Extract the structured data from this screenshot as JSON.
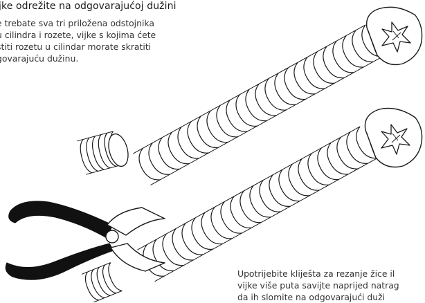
{
  "heading": "ijke odrežite na odgovarajućoj dužini",
  "intro_lines": [
    "e trebate sva tri priložena odstojnika",
    "u cilindra i rozete, vijke s kojima ćete",
    "stiti rozetu u cilindar morate skratiti",
    "govarajuću dužinu."
  ],
  "note_lines": [
    "Upotrijebite kliješta za rezanje žice il",
    "vijke više puta savijte naprijed natrag",
    "da ih slomite na odgovarajući duži"
  ],
  "illustration": {
    "screw_top": {
      "thread_turns": 23,
      "head": "phillips"
    },
    "screw_bottom": {
      "thread_turns": 22,
      "head": "phillips"
    },
    "cut_stub": {
      "thread_turns": 5
    },
    "tool": "wire-cutting-pliers",
    "colors": {
      "line": "#1a1a1a",
      "fill": "#ffffff",
      "handle": "#111111"
    }
  }
}
